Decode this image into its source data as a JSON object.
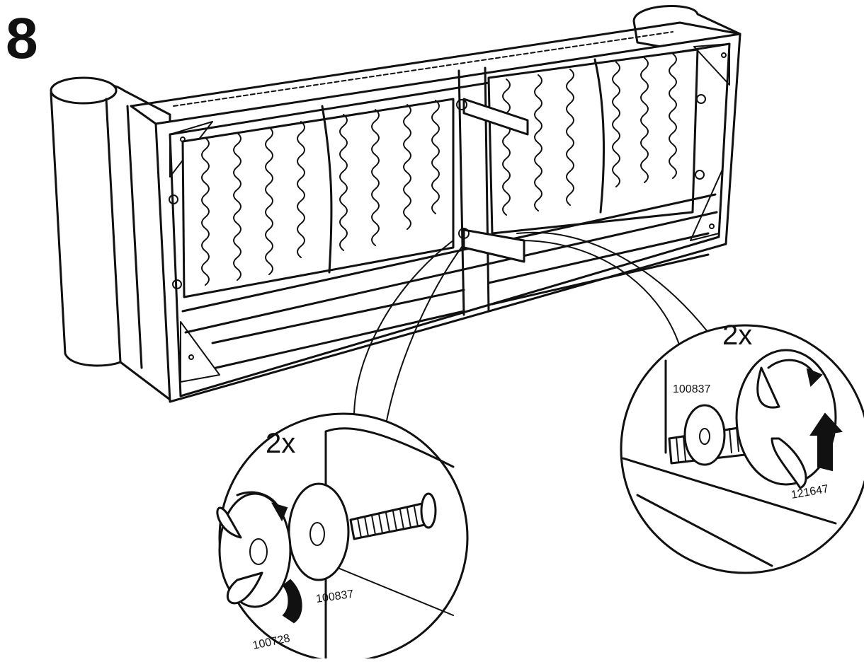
{
  "step": {
    "number": "8"
  },
  "callouts": {
    "left": {
      "quantity": "2x",
      "part_washer": "100837",
      "part_wingnut": "100728"
    },
    "right": {
      "quantity": "2x",
      "part_washer": "100837",
      "part_bolt": "121647"
    }
  },
  "colors": {
    "ink": "#111111",
    "paper": "#ffffff"
  }
}
